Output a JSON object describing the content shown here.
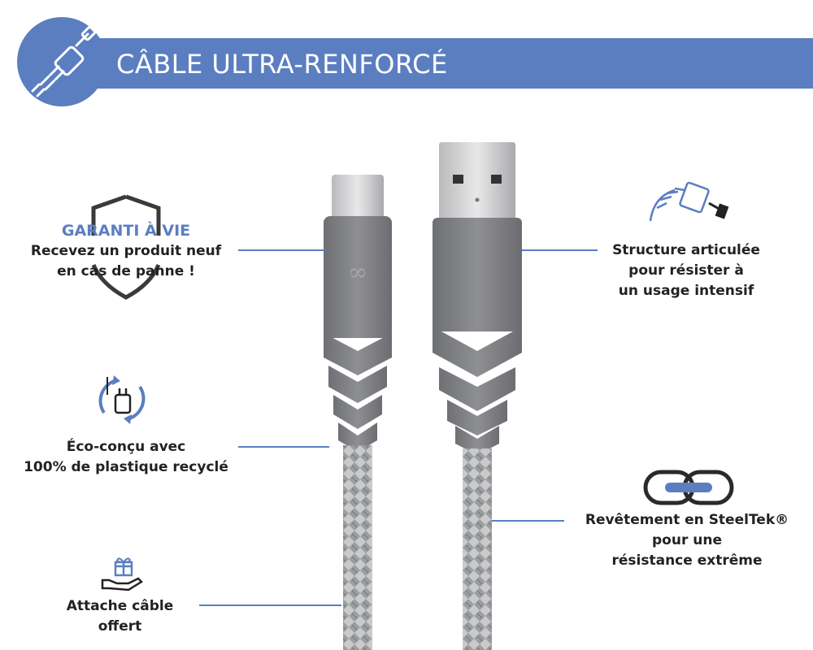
{
  "header": {
    "title": "CÂBLE  ULTRA-RENFORCÉ",
    "icon": "cable-logo-icon"
  },
  "features": {
    "warranty": {
      "title": "GARANTI À VIE",
      "line1": "Recevez un produit neuf",
      "line2": "en cas de panne !",
      "icon": "shield-icon"
    },
    "eco": {
      "line1": "Éco-conçu avec",
      "line2": "100% de plastique recyclé",
      "icon": "recycle-charger-icon"
    },
    "gift": {
      "line1": "Attache câble",
      "line2": "offert",
      "icon": "gift-hand-icon"
    },
    "structure": {
      "line1": "Structure articulée",
      "line2": "pour résister à",
      "line3": "un usage intensif",
      "icon": "articulated-cable-icon"
    },
    "steeltek": {
      "line1": "Revêtement en SteelTek®",
      "line2": "pour une",
      "line3": "résistance extrême",
      "icon": "chain-link-icon"
    }
  },
  "colors": {
    "accent": "#5b7ec1",
    "connector": "#808285",
    "text": "#222222"
  }
}
